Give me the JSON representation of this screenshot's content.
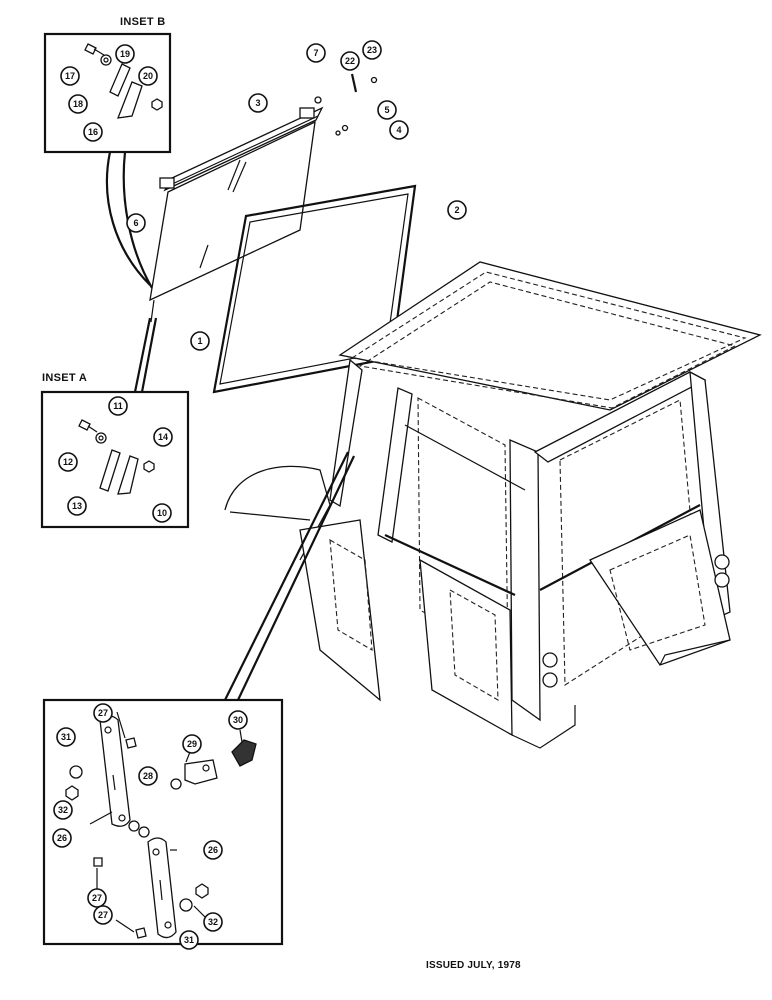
{
  "insets": {
    "b_label": "INSET B",
    "a_label": "INSET A"
  },
  "footer": {
    "issued": "ISSUED JULY, 1978"
  },
  "callouts": {
    "c1": "1",
    "c2": "2",
    "c3": "3",
    "c4": "4",
    "c5": "5",
    "c6": "6",
    "c7": "7",
    "c10": "10",
    "c11": "11",
    "c12": "12",
    "c13": "13",
    "c14": "14",
    "c16": "16",
    "c17": "17",
    "c18": "18",
    "c19": "19",
    "c20": "20",
    "c22": "22",
    "c23": "23",
    "c26a": "26",
    "c26b": "26",
    "c27a": "27",
    "c27b": "27",
    "c27c": "27",
    "c28": "28",
    "c29": "29",
    "c30": "30",
    "c31a": "31",
    "c31b": "31",
    "c32a": "32",
    "c32b": "32"
  }
}
